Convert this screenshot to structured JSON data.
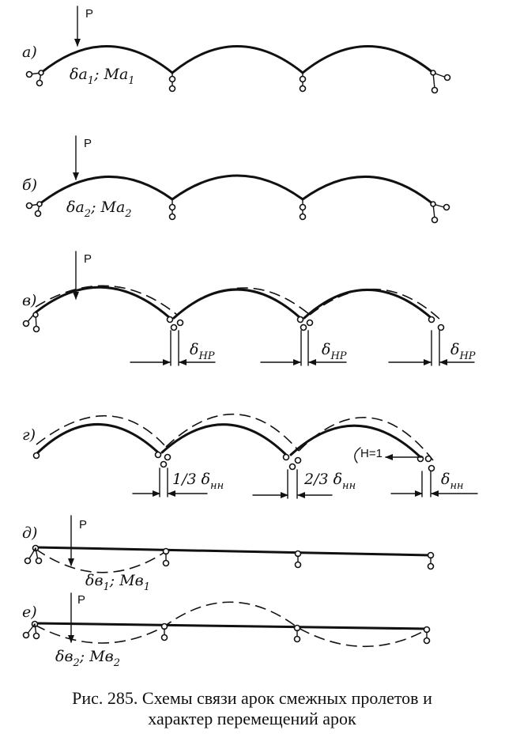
{
  "force_label": "P",
  "panels": {
    "a": {
      "letter": "а)",
      "label_main": "δa",
      "label_sub": "1",
      "label_tail": "; Ma",
      "label_tail_sub": "1"
    },
    "b": {
      "letter": "б)",
      "label_main": "δa",
      "label_sub": "2",
      "label_tail": "; Ma",
      "label_tail_sub": "2"
    },
    "v": {
      "letter": "в)",
      "disp_label": "δ",
      "disp_sub": "HP"
    },
    "g": {
      "letter": "г)",
      "frac1": "1/3",
      "frac2": "2/3",
      "disp_label": "δ",
      "disp_sub": "нн",
      "h_label": "H=1"
    },
    "d": {
      "letter": "д)",
      "label_main": "δв",
      "label_sub": "1",
      "label_tail": "; Mв",
      "label_tail_sub": "1"
    },
    "e": {
      "letter": "е)",
      "label_main": "δв",
      "label_sub": "2",
      "label_tail": "; Mв",
      "label_tail_sub": "2"
    }
  },
  "caption": {
    "line1": "Рис. 285. Схемы связи арок  смежных пролетов и",
    "line2": "характер перемещений арок"
  }
}
